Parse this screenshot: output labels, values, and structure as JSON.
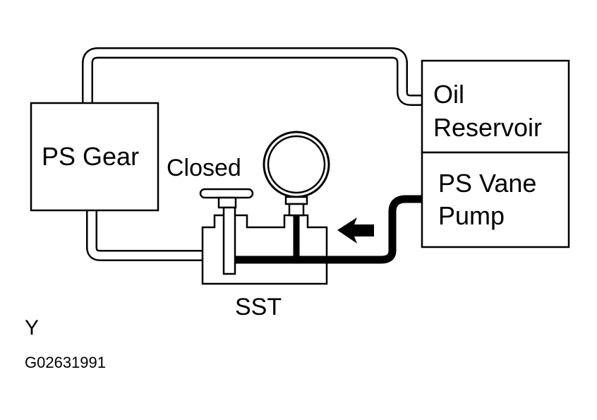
{
  "components": {
    "ps_gear": "PS Gear",
    "oil_reservoir_line1": "Oil",
    "oil_reservoir_line2": "Reservoir",
    "vane_pump_line1": "PS Vane",
    "vane_pump_line2": "Pump",
    "valve_state": "Closed",
    "sst": "SST"
  },
  "footer": {
    "marker": "Y",
    "figure_code": "G02631991"
  },
  "colors": {
    "line": "#000000",
    "background": "#ffffff"
  }
}
